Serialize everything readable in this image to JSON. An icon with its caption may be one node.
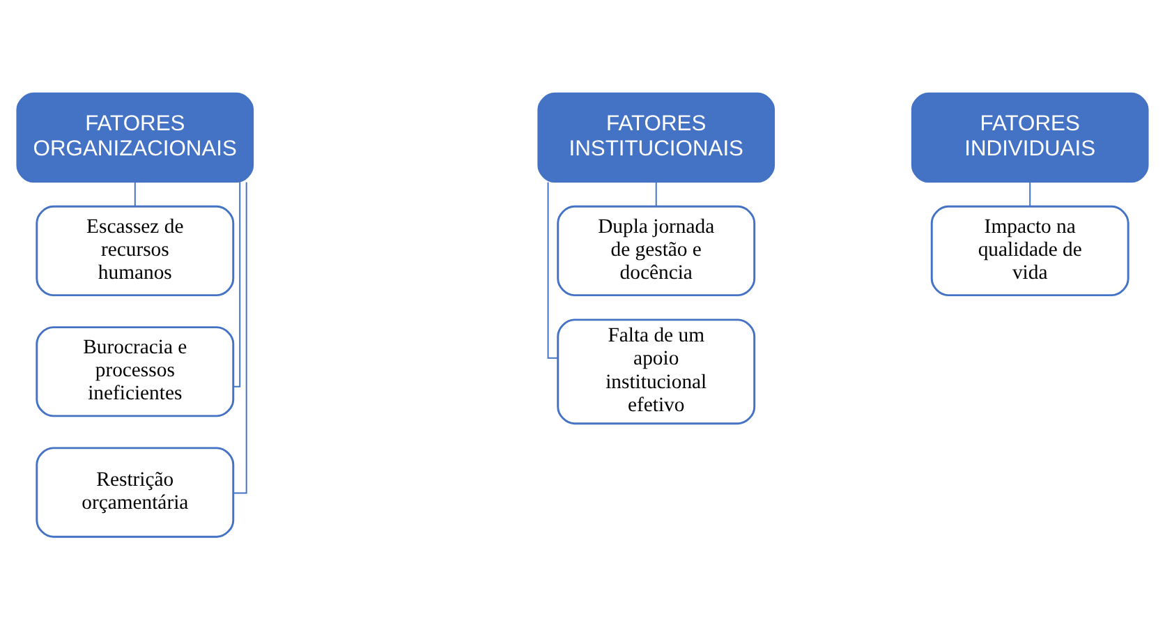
{
  "diagram": {
    "nodes": [
      {
        "text": [
          "FATORES ORGANIZACIONAIS"
        ]
      },
      {
        "text": [
          "Escassez de recursos humanos"
        ]
      },
      {
        "text": [
          "Burocracia e processos ineficientes"
        ]
      },
      {
        "text": [
          "Restrição orçamentária"
        ]
      },
      {
        "text": [
          "FATORES INSTITUCIONAIS"
        ]
      },
      {
        "text": [
          "Dupla jornada de gestão e docência"
        ]
      },
      {
        "text": [
          "Falta de um apoio institucional efetivo"
        ]
      },
      {
        "text": [
          "FATORES INDIVIDUAIS"
        ]
      },
      {
        "text": [
          "Impacto na qualidade de vida"
        ]
      }
    ],
    "edges": [
      {
        "from": 0,
        "to": 1,
        "arrow": "none"
      },
      {
        "from": 0,
        "to": 2,
        "arrow": "none"
      },
      {
        "from": 0,
        "to": 3,
        "arrow": "none"
      },
      {
        "from": 4,
        "to": 5,
        "arrow": "none"
      },
      {
        "from": 4,
        "to": 6,
        "arrow": "none"
      },
      {
        "from": 7,
        "to": 8,
        "arrow": "none"
      }
    ]
  }
}
